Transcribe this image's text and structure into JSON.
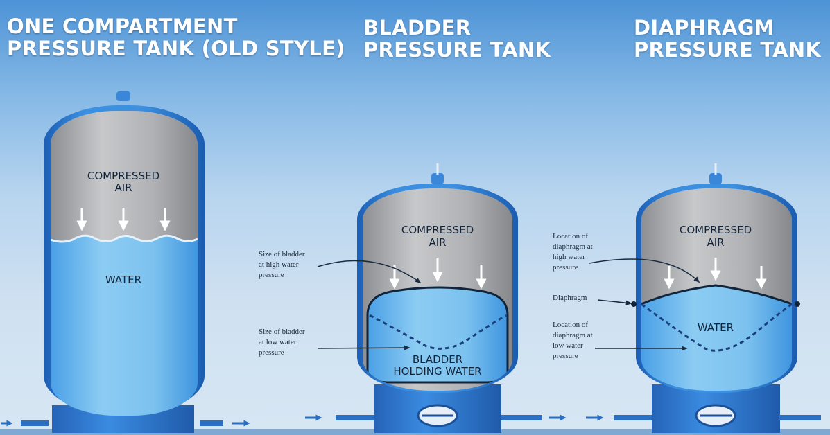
{
  "titles": {
    "one_compartment": [
      "ONE COMPARTMENT",
      "PRESSURE TANK (OLD STYLE)"
    ],
    "bladder": [
      "BLADDER",
      "PRESSURE TANK"
    ],
    "diaphragm": [
      "DIAPHRAGM",
      "PRESSURE TANK"
    ]
  },
  "tank1": {
    "air_label": [
      "COMPRESSED",
      "AIR"
    ],
    "water_label": "WATER"
  },
  "tank2": {
    "air_label": [
      "COMPRESSED",
      "AIR"
    ],
    "water_label": [
      "BLADDER",
      "HOLDING WATER"
    ],
    "annotation_high": [
      "Size of bladder",
      "at high water",
      "pressure"
    ],
    "annotation_low": [
      "Size of bladder",
      "at low water",
      "pressure"
    ]
  },
  "tank3": {
    "air_label": [
      "COMPRESSED",
      "AIR"
    ],
    "water_label": "WATER",
    "annotation_high": [
      "Location of",
      "diaphragm at",
      "high water",
      "pressure"
    ],
    "annotation_mid": [
      "Diaphragm"
    ],
    "annotation_low": [
      "Location of",
      "diaphragm at",
      "low water",
      "pressure"
    ]
  },
  "colors": {
    "tank_blue": "#2f7fd6",
    "water_blue": "#7cc0ef",
    "air_gray": "#a9aaad",
    "pipe_blue": "#2b6fc3"
  }
}
